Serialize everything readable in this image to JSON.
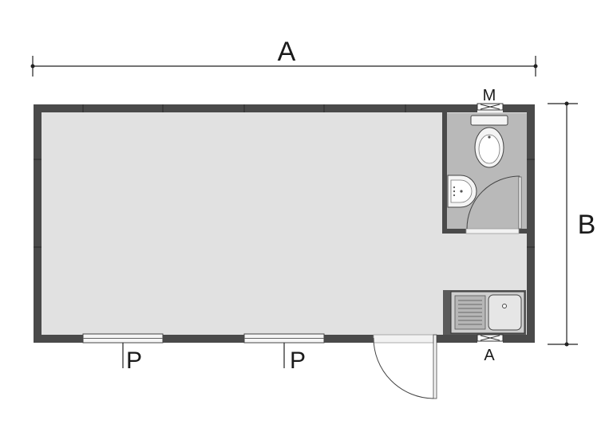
{
  "labels": {
    "dimension_width": "A",
    "dimension_depth": "B",
    "window_left": "P",
    "window_right": "P",
    "vent_top": "M",
    "vent_bottom": "A"
  },
  "colors": {
    "floor": "#e1e1e1",
    "wall": "#4a4a4a",
    "bathroom_floor": "#b9b9b9",
    "dimension_line": "#222222"
  }
}
